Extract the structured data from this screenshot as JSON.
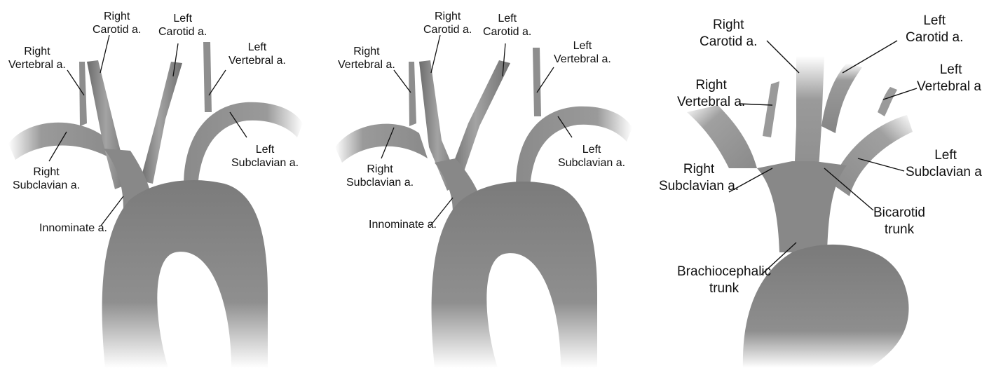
{
  "colors": {
    "vessel": "#8a8a8a",
    "vessel_dark": "#6f6f6f",
    "label": "#111111"
  },
  "panels": [
    {
      "labels": {
        "right_carotid": [
          "Right",
          "Carotid a."
        ],
        "left_carotid": [
          "Left",
          "Carotid a."
        ],
        "right_vertebral": [
          "Right",
          "Vertebral a."
        ],
        "left_vertebral": [
          "Left",
          "Vertebral a."
        ],
        "right_subclavian": [
          "Right",
          "Subclavian a."
        ],
        "left_subclavian": [
          "Left",
          "Subclavian a."
        ],
        "innominate": [
          "Innominate a."
        ]
      }
    },
    {
      "labels": {
        "right_carotid": [
          "Right",
          "Carotid a."
        ],
        "left_carotid": [
          "Left",
          "Carotid a."
        ],
        "right_vertebral": [
          "Right",
          "Vertebral a."
        ],
        "left_vertebral": [
          "Left",
          "Vertebral a."
        ],
        "right_subclavian": [
          "Right",
          "Subclavian a."
        ],
        "left_subclavian": [
          "Left",
          "Subclavian a."
        ],
        "innominate": [
          "Innominate a."
        ]
      }
    },
    {
      "labels": {
        "right_carotid": [
          "Right",
          "Carotid a."
        ],
        "left_carotid": [
          "Left",
          "Carotid a."
        ],
        "right_vertebral": [
          "Right",
          "Vertebral a."
        ],
        "left_vertebral": [
          "Left",
          "Vertebral a."
        ],
        "right_subclavian": [
          "Right",
          "Subclavian a."
        ],
        "left_subclavian": [
          "Left",
          "Subclavian a."
        ],
        "bicarotid": [
          "Bicarotid",
          "trunk"
        ],
        "brachiocephalic": [
          "Brachiocephalic",
          "trunk"
        ]
      }
    }
  ]
}
